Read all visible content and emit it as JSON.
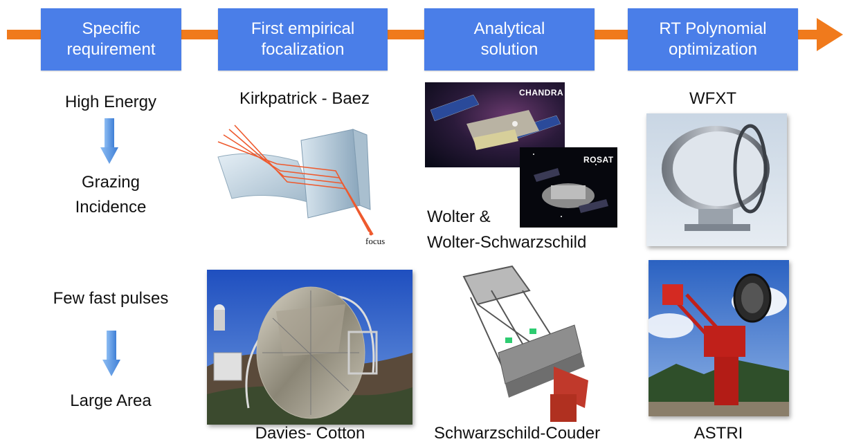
{
  "headers": [
    {
      "label": "Specific\nrequirement"
    },
    {
      "label": "First empirical\nfocalization"
    },
    {
      "label": "Analytical\nsolution"
    },
    {
      "label": "RT Polynomial\noptimization"
    }
  ],
  "requirements": {
    "top_start": "High Energy",
    "top_end": "Grazing\nIncidence",
    "bottom_start": "Few fast pulses",
    "bottom_end": "Large Area"
  },
  "empirical": {
    "top_label": "Kirkpatrick - Baez",
    "focus_label": "focus",
    "bottom_label": "Davies- Cotton"
  },
  "analytical": {
    "chandra_label": "CHANDRA",
    "rosat_label": "ROSAT",
    "top_label": "Wolter &\nWolter-Schwarzschild",
    "bottom_label": "Schwarzschild-Couder"
  },
  "polynomial": {
    "top_label": "WFXT",
    "bottom_label": "ASTRI"
  },
  "colors": {
    "header_blue": "#4a7ee8",
    "timeline_orange": "#f07a1c",
    "arrow_blue": "#5b9be6"
  }
}
